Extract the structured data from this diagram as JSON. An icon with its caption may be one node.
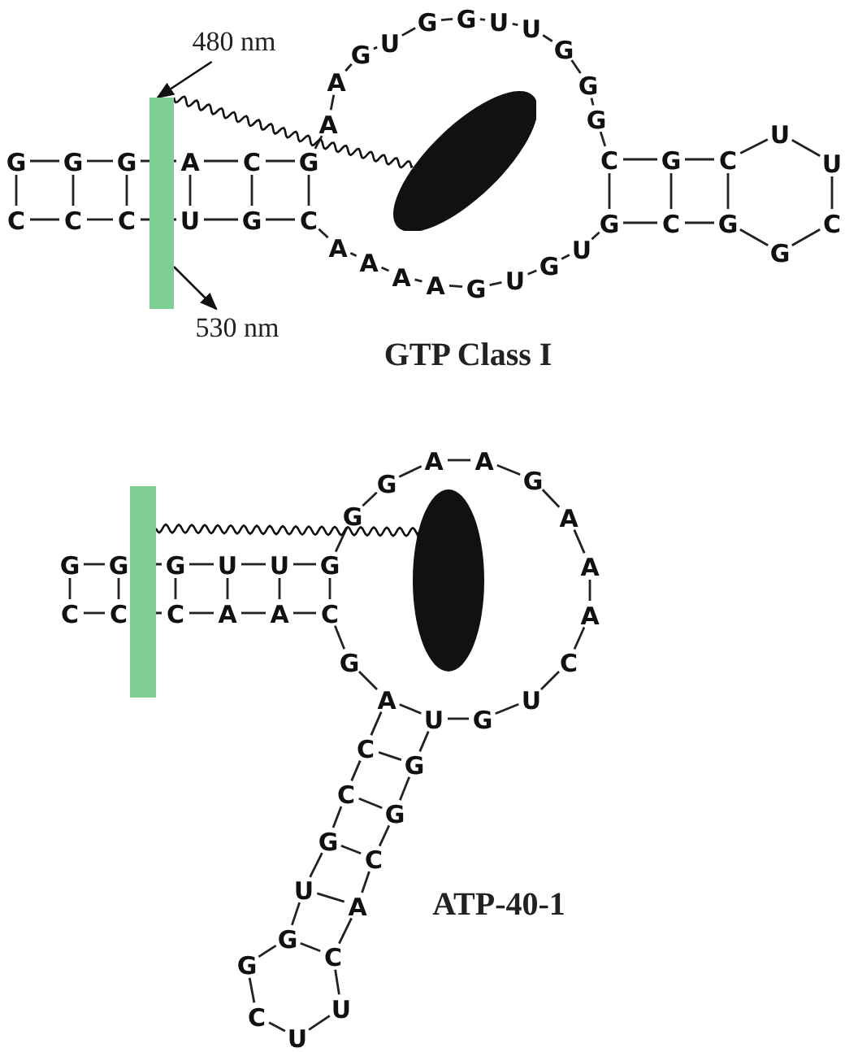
{
  "diagram": {
    "nodes": [
      {
        "text": [],
        "shape": "bar"
      },
      {
        "text": [],
        "shape": "ellipse"
      },
      {
        "text": [
          "480 nm"
        ]
      },
      {
        "text": [
          "530 nm"
        ]
      },
      {
        "text": [],
        "shape": "bar"
      },
      {
        "text": [],
        "shape": "ellipse"
      }
    ],
    "edges": [
      {
        "from": 0,
        "to": 1,
        "arrow": "none"
      },
      {
        "from": 2,
        "to": 0,
        "arrow": "to"
      },
      {
        "from": 0,
        "to": 3,
        "arrow": "to"
      },
      {
        "from": 4,
        "to": 5,
        "arrow": "none"
      }
    ],
    "labels": [
      "G",
      "G",
      "G",
      "A",
      "C",
      "G",
      "A",
      "A",
      "G",
      "U",
      "G",
      "G",
      "U",
      "U",
      "G",
      "G",
      "G",
      "C",
      "G",
      "C",
      "U",
      "U",
      "C",
      "G",
      "G",
      "C",
      "G",
      "U",
      "G",
      "U",
      "G",
      "A",
      "A",
      "A",
      "A",
      "C",
      "G",
      "U",
      "C",
      "C",
      "C",
      "GTP Class I",
      "G",
      "G",
      "G",
      "U",
      "U",
      "G",
      "G",
      "G",
      "A",
      "A",
      "G",
      "A",
      "A",
      "A",
      "C",
      "U",
      "G",
      "U",
      "G",
      "G",
      "C",
      "A",
      "C",
      "U",
      "U",
      "C",
      "G",
      "G",
      "U",
      "G",
      "C",
      "C",
      "A",
      "G",
      "C",
      "A",
      "A",
      "C",
      "C",
      "C",
      "ATP-40-1"
    ]
  }
}
